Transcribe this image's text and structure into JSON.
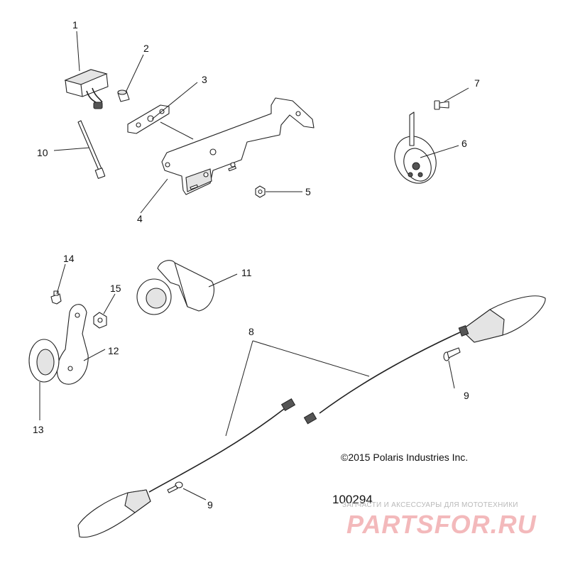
{
  "callouts": {
    "c1": "1",
    "c2": "2",
    "c3": "3",
    "c4": "4",
    "c5": "5",
    "c6": "6",
    "c7": "7",
    "c8": "8",
    "c9a": "9",
    "c9b": "9",
    "c10": "10",
    "c11": "11",
    "c12": "12",
    "c13": "13",
    "c14": "14",
    "c15": "15"
  },
  "footer": {
    "copyright": "©2015 Polaris Industries Inc.",
    "drawing_number": "100294"
  },
  "watermark": {
    "tagline": "ЗАПЧАСТИ И АКСЕССУАРЫ ДЛЯ МОТОТЕХНИКИ",
    "logo": "PARTSFOR.RU",
    "color": "#f3b9bb"
  }
}
